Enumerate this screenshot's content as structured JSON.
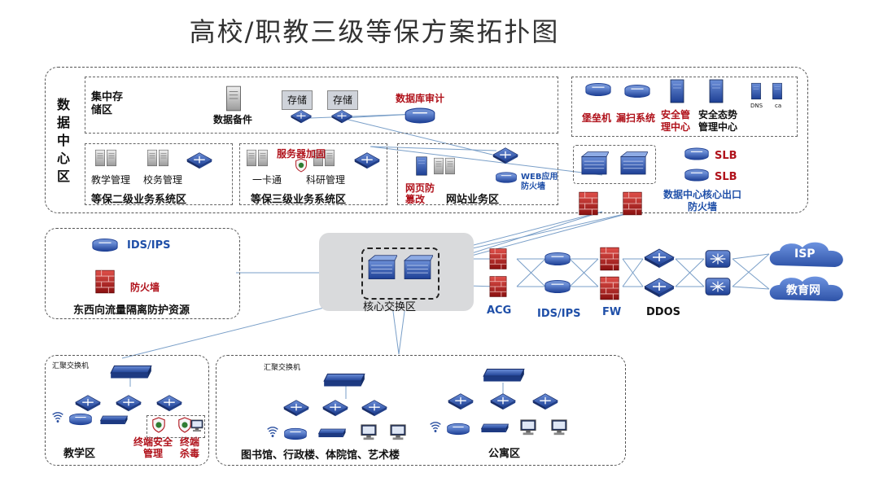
{
  "title": "高校/职教三级等保方案拓扑图",
  "datacenter": {
    "label": "数据中心区",
    "storage_group": "集中存储区",
    "storage_tags": [
      "存储",
      "存储"
    ],
    "data_backup": "数据备件",
    "db_audit": "数据库审计",
    "ops": [
      "堡垒机",
      "漏扫系统",
      "安全管理中心",
      "安全态势管理中心"
    ],
    "dns": "DNS",
    "ca": "ca",
    "level2_items": [
      "教学管理",
      "校务管理"
    ],
    "level2_zone": "等保二级业务系统区",
    "level3_items": [
      "一卡通",
      "科研管理"
    ],
    "server_encrypt": "服务器加固",
    "level3_zone": "等保三级业务系统区",
    "web_zone": "网站业务区",
    "web_tamper": "网页防篡改",
    "waf": "WEB应用防火墙",
    "slb": [
      "SLB",
      "SLB"
    ],
    "dc_fw": "数据中心核心出口防火墙"
  },
  "east_west": {
    "ids": "IDS/IPS",
    "fw": "防火墙",
    "label": "东西向流量隔离防护资源"
  },
  "core": {
    "label": "核心交换区"
  },
  "egress": {
    "acg": "ACG",
    "ids": "IDS/IPS",
    "fw": "FW",
    "ddos": "DDOS",
    "isp": "ISP",
    "edu": "教育网"
  },
  "teaching": {
    "agg": "汇聚交换机",
    "label": "教学区",
    "terminal_mgmt": "终端安全管理",
    "terminal_av": "终端杀毒"
  },
  "campus": {
    "agg": "汇聚交换机",
    "library": "图书馆、行政楼、体院馆、艺术楼",
    "dorm": "公寓区"
  },
  "colors": {
    "accent_blue": "#1f4fa8",
    "accent_red": "#b0121b",
    "cloud": "#4a73c8"
  }
}
